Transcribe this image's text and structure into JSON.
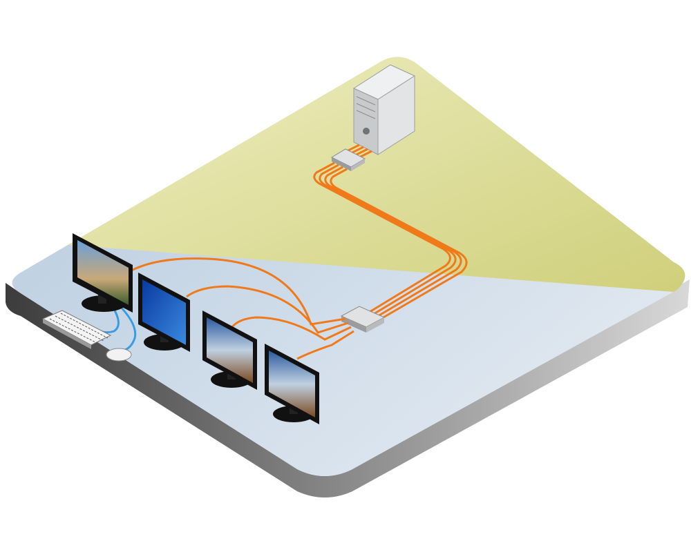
{
  "diagram": {
    "colors": {
      "platform_top": "#e4e4a8",
      "platform_bottom": "#bccfe0",
      "platform_edge": "#5f5f5f",
      "cable": "#f07a1a",
      "user_cable": "#3a9be0",
      "server": "#d4d6d8"
    },
    "nodes": [
      {
        "id": "server",
        "icon": "server-tower-icon"
      },
      {
        "id": "splitter-top",
        "icon": "splitter-box-icon"
      },
      {
        "id": "splitter-bottom",
        "icon": "splitter-box-icon"
      },
      {
        "id": "monitor-1",
        "icon": "monitor-icon"
      },
      {
        "id": "monitor-2",
        "icon": "monitor-icon"
      },
      {
        "id": "monitor-3",
        "icon": "monitor-icon"
      },
      {
        "id": "monitor-4",
        "icon": "monitor-icon"
      },
      {
        "id": "keyboard",
        "icon": "keyboard-icon"
      },
      {
        "id": "mouse",
        "icon": "mouse-icon"
      }
    ]
  }
}
